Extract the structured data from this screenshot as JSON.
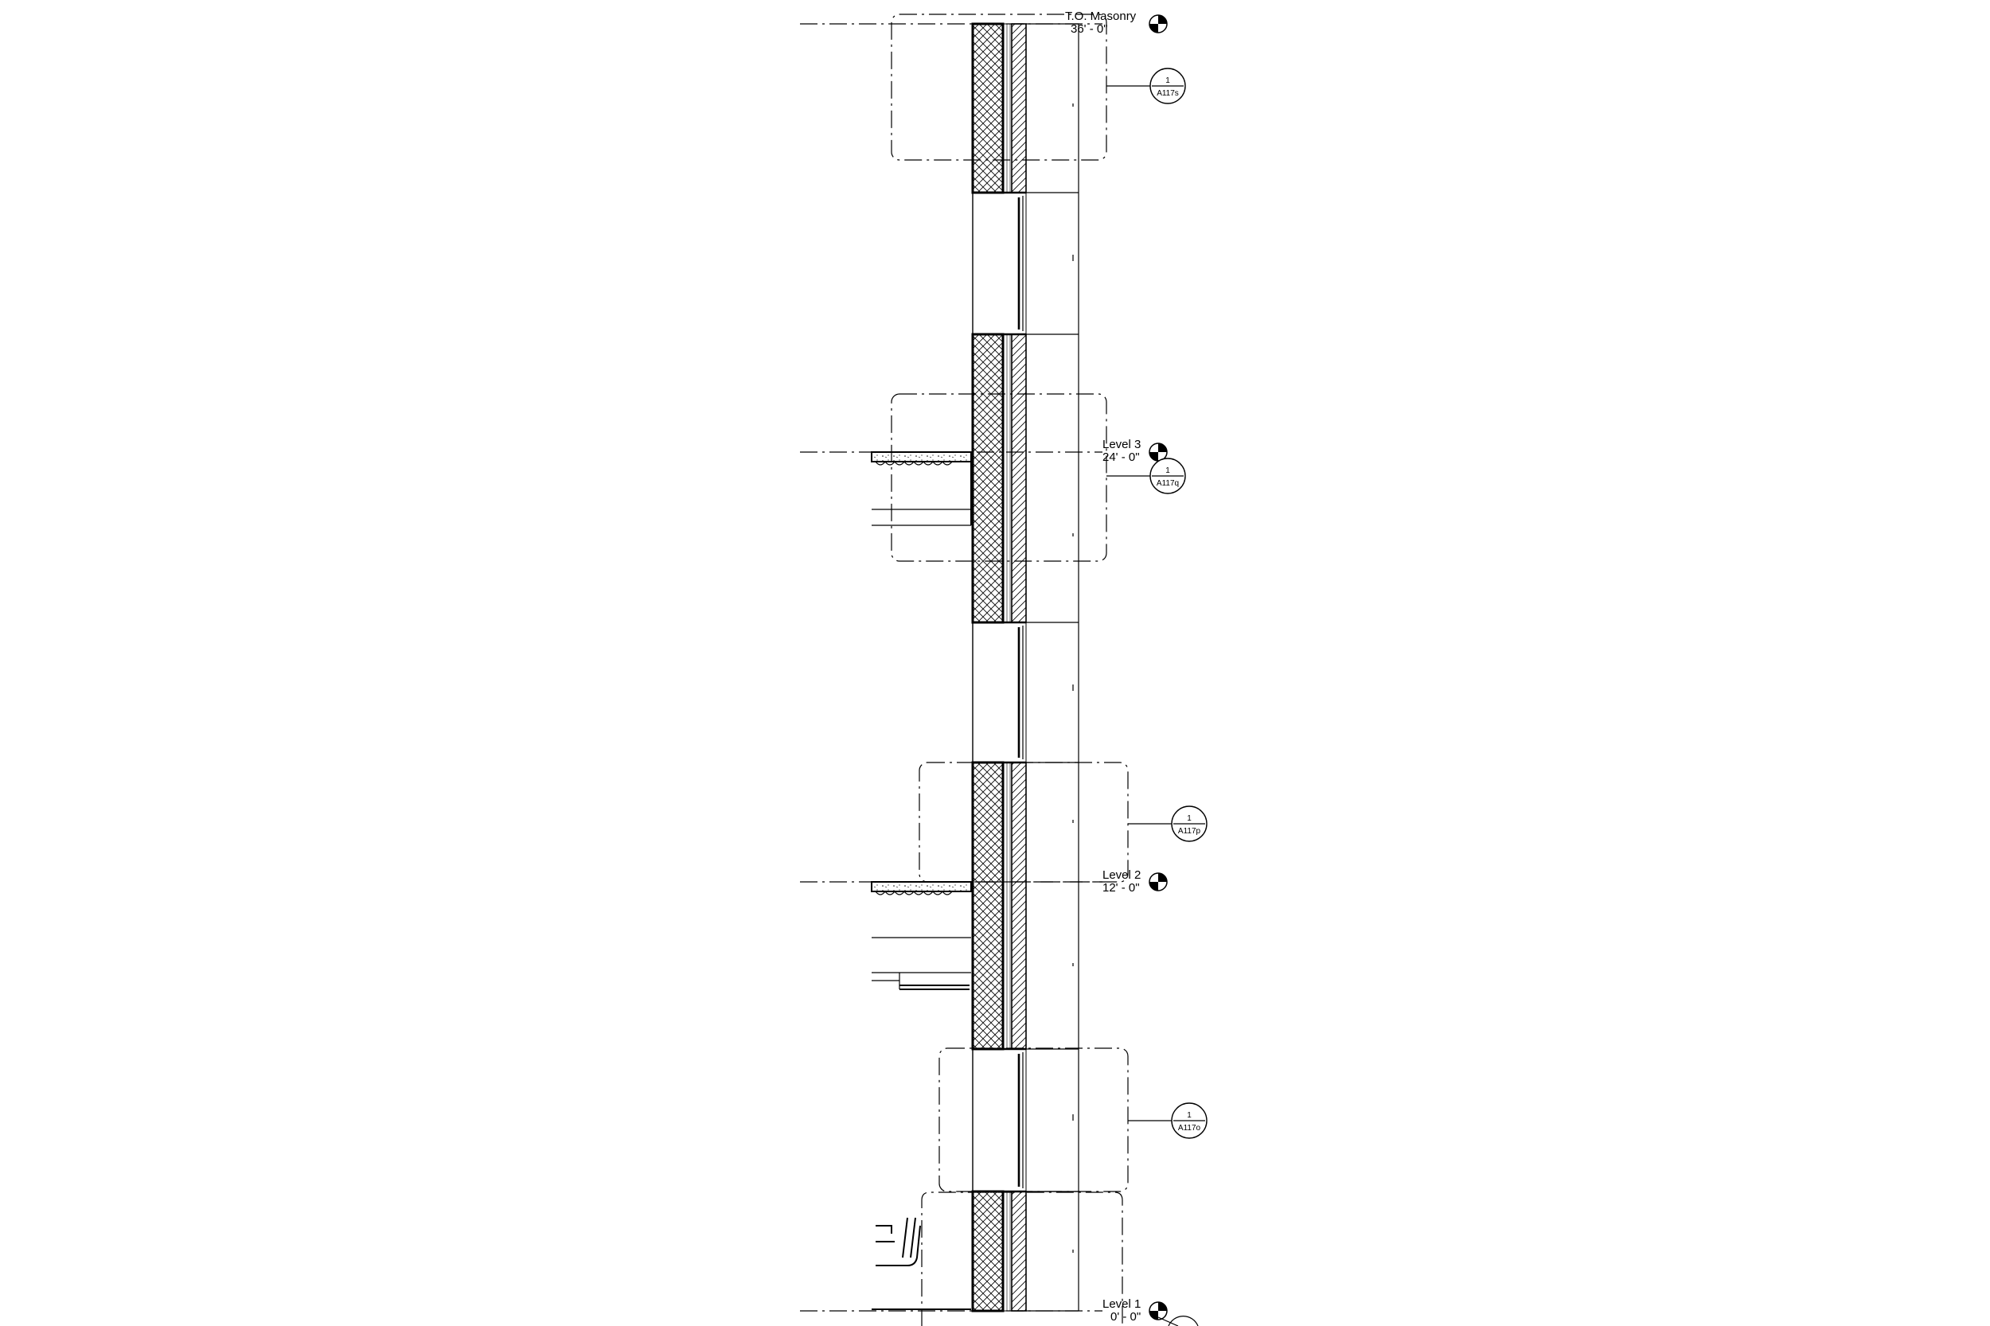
{
  "levels": [
    {
      "id": "to-masonry",
      "name": "T.O. Masonry",
      "elevation": "36' - 0\""
    },
    {
      "id": "level-3",
      "name": "Level 3",
      "elevation": "24' - 0\""
    },
    {
      "id": "level-2",
      "name": "Level 2",
      "elevation": "12' - 0\""
    },
    {
      "id": "level-1",
      "name": "Level 1",
      "elevation": "0' - 0\""
    }
  ],
  "callouts": [
    {
      "id": "s",
      "number": "1",
      "sheet": "A117s"
    },
    {
      "id": "q",
      "number": "1",
      "sheet": "A117q"
    },
    {
      "id": "p",
      "number": "1",
      "sheet": "A117p"
    },
    {
      "id": "o",
      "number": "1",
      "sheet": "A117o"
    }
  ],
  "colors": {
    "line": "#000000",
    "background": "#ffffff"
  }
}
